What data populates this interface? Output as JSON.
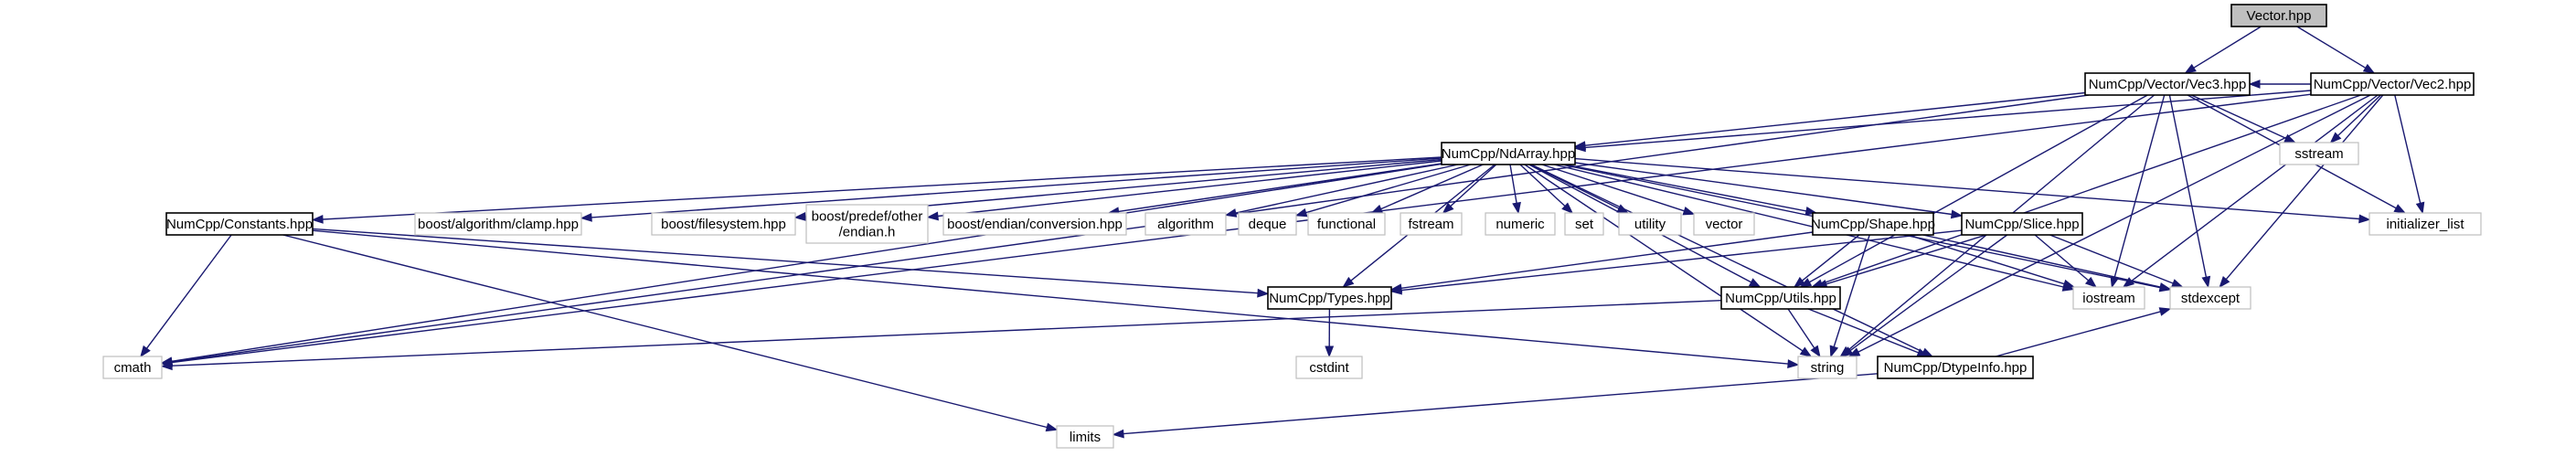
{
  "colors": {
    "edge": "#191970",
    "root_fill": "#bfbfbf",
    "node_border": "#000000",
    "system_border": "#bfbfbf",
    "background": "#ffffff"
  },
  "nodes": [
    {
      "id": "vector_hpp",
      "label": "Vector.hpp",
      "kind": "root"
    },
    {
      "id": "vec3",
      "label": "NumCpp/Vector/Vec3.hpp",
      "kind": "doc"
    },
    {
      "id": "vec2",
      "label": "NumCpp/Vector/Vec2.hpp",
      "kind": "doc"
    },
    {
      "id": "ndarray",
      "label": "NumCpp/NdArray.hpp",
      "kind": "doc"
    },
    {
      "id": "sstream",
      "label": "sstream",
      "kind": "sys"
    },
    {
      "id": "constants",
      "label": "NumCpp/Constants.hpp",
      "kind": "doc"
    },
    {
      "id": "clamp",
      "label": "boost/algorithm/clamp.hpp",
      "kind": "sys"
    },
    {
      "id": "filesystem",
      "label": "boost/filesystem.hpp",
      "kind": "sys"
    },
    {
      "id": "predef",
      "label": "boost/predef/other\n/endian.h",
      "kind": "sys"
    },
    {
      "id": "endianconv",
      "label": "boost/endian/conversion.hpp",
      "kind": "sys"
    },
    {
      "id": "algorithm",
      "label": "algorithm",
      "kind": "sys"
    },
    {
      "id": "deque",
      "label": "deque",
      "kind": "sys"
    },
    {
      "id": "functional",
      "label": "functional",
      "kind": "sys"
    },
    {
      "id": "fstream",
      "label": "fstream",
      "kind": "sys"
    },
    {
      "id": "numeric",
      "label": "numeric",
      "kind": "sys"
    },
    {
      "id": "set",
      "label": "set",
      "kind": "sys"
    },
    {
      "id": "utility",
      "label": "utility",
      "kind": "sys"
    },
    {
      "id": "vector",
      "label": "vector",
      "kind": "sys"
    },
    {
      "id": "shape",
      "label": "NumCpp/Shape.hpp",
      "kind": "doc"
    },
    {
      "id": "slice",
      "label": "NumCpp/Slice.hpp",
      "kind": "doc"
    },
    {
      "id": "initlist",
      "label": "initializer_list",
      "kind": "sys"
    },
    {
      "id": "types",
      "label": "NumCpp/Types.hpp",
      "kind": "doc"
    },
    {
      "id": "utils",
      "label": "NumCpp/Utils.hpp",
      "kind": "doc"
    },
    {
      "id": "iostream",
      "label": "iostream",
      "kind": "sys"
    },
    {
      "id": "stdexcept",
      "label": "stdexcept",
      "kind": "sys"
    },
    {
      "id": "cmath",
      "label": "cmath",
      "kind": "sys"
    },
    {
      "id": "cstdint",
      "label": "cstdint",
      "kind": "sys"
    },
    {
      "id": "string",
      "label": "string",
      "kind": "sys"
    },
    {
      "id": "dtypeinfo",
      "label": "NumCpp/DtypeInfo.hpp",
      "kind": "doc"
    },
    {
      "id": "limits",
      "label": "limits",
      "kind": "sys"
    }
  ],
  "edges": [
    [
      "vector_hpp",
      "vec3"
    ],
    [
      "vector_hpp",
      "vec2"
    ],
    [
      "vec3",
      "ndarray"
    ],
    [
      "vec3",
      "sstream"
    ],
    [
      "vec3",
      "cmath"
    ],
    [
      "vec3",
      "initlist"
    ],
    [
      "vec3",
      "iostream"
    ],
    [
      "vec3",
      "stdexcept"
    ],
    [
      "vec3",
      "string"
    ],
    [
      "vec3",
      "utils"
    ],
    [
      "vec2",
      "ndarray"
    ],
    [
      "vec2",
      "sstream"
    ],
    [
      "vec2",
      "cmath"
    ],
    [
      "vec2",
      "initlist"
    ],
    [
      "vec2",
      "iostream"
    ],
    [
      "vec2",
      "stdexcept"
    ],
    [
      "vec2",
      "string"
    ],
    [
      "vec2",
      "utils"
    ],
    [
      "vec2",
      "vec3"
    ],
    [
      "ndarray",
      "constants"
    ],
    [
      "ndarray",
      "clamp"
    ],
    [
      "ndarray",
      "filesystem"
    ],
    [
      "ndarray",
      "predef"
    ],
    [
      "ndarray",
      "endianconv"
    ],
    [
      "ndarray",
      "algorithm"
    ],
    [
      "ndarray",
      "deque"
    ],
    [
      "ndarray",
      "functional"
    ],
    [
      "ndarray",
      "fstream"
    ],
    [
      "ndarray",
      "numeric"
    ],
    [
      "ndarray",
      "set"
    ],
    [
      "ndarray",
      "utility"
    ],
    [
      "ndarray",
      "vector"
    ],
    [
      "ndarray",
      "shape"
    ],
    [
      "ndarray",
      "slice"
    ],
    [
      "ndarray",
      "initlist"
    ],
    [
      "ndarray",
      "types"
    ],
    [
      "ndarray",
      "utils"
    ],
    [
      "ndarray",
      "iostream"
    ],
    [
      "ndarray",
      "stdexcept"
    ],
    [
      "ndarray",
      "cmath"
    ],
    [
      "ndarray",
      "string"
    ],
    [
      "ndarray",
      "dtypeinfo"
    ],
    [
      "constants",
      "types"
    ],
    [
      "constants",
      "cmath"
    ],
    [
      "constants",
      "limits"
    ],
    [
      "constants",
      "string"
    ],
    [
      "shape",
      "types"
    ],
    [
      "shape",
      "utils"
    ],
    [
      "shape",
      "iostream"
    ],
    [
      "shape",
      "stdexcept"
    ],
    [
      "shape",
      "string"
    ],
    [
      "slice",
      "types"
    ],
    [
      "slice",
      "utils"
    ],
    [
      "slice",
      "iostream"
    ],
    [
      "slice",
      "stdexcept"
    ],
    [
      "slice",
      "string"
    ],
    [
      "types",
      "cstdint"
    ],
    [
      "utils",
      "cmath"
    ],
    [
      "utils",
      "string"
    ],
    [
      "utils",
      "dtypeinfo"
    ],
    [
      "dtypeinfo",
      "limits"
    ],
    [
      "dtypeinfo",
      "stdexcept"
    ]
  ]
}
